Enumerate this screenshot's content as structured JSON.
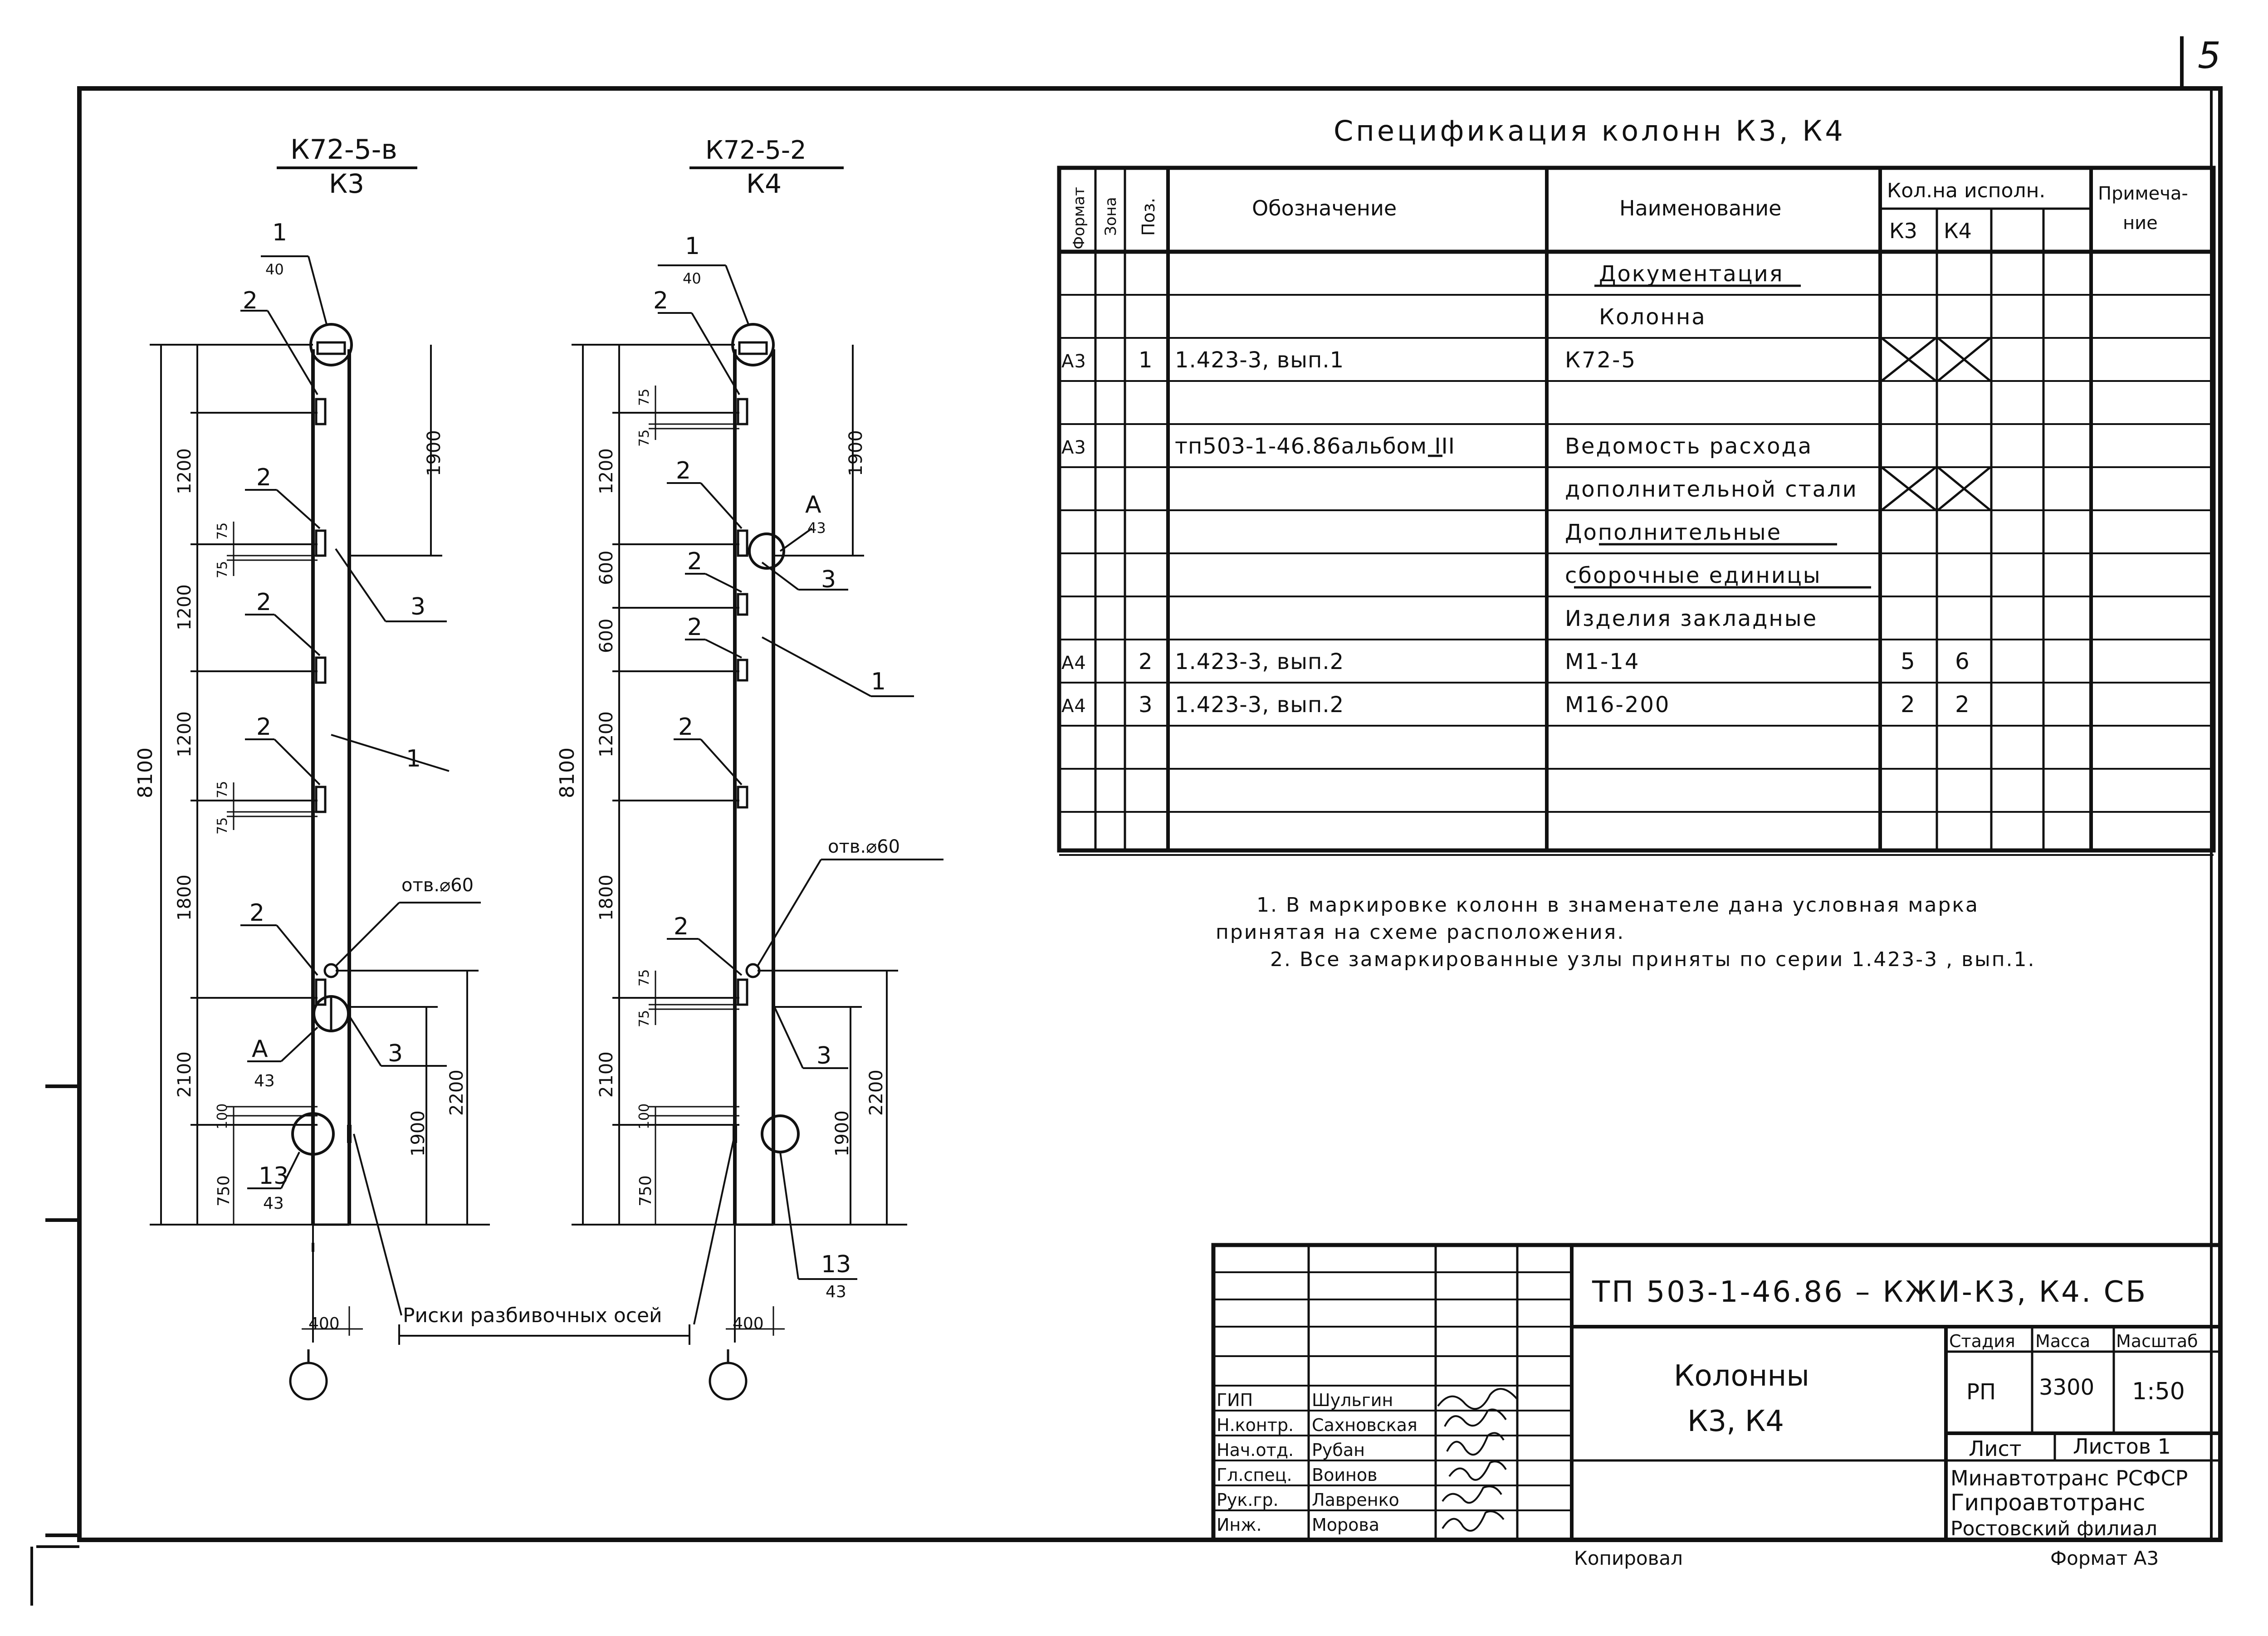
{
  "sheet_number": "5",
  "spec": {
    "title": "Спецификация колонн К3, К4",
    "headers": {
      "format": "Формат",
      "zone": "Зона",
      "pos": "Поз.",
      "designation": "Обозначение",
      "name": "Наименование",
      "qty": "Кол.на исполн.",
      "k3": "К3",
      "k4": "К4",
      "note": "Примечание"
    },
    "rows": [
      {
        "format": "",
        "pos": "",
        "designation": "",
        "name": "Документация",
        "k3": "",
        "k4": ""
      },
      {
        "format": "",
        "pos": "",
        "designation": "",
        "name": "Колонна",
        "k3": "",
        "k4": ""
      },
      {
        "format": "А3",
        "pos": "1",
        "designation": "1.423-3,  вып.1",
        "name": "К72-5",
        "k3": "",
        "k4": ""
      },
      {
        "format": "",
        "pos": "",
        "designation": "",
        "name": "",
        "k3": "",
        "k4": ""
      },
      {
        "format": "А3",
        "pos": "",
        "designation": "тп503-1-46.86альбом III",
        "name": "Ведомость расхода",
        "k3": "",
        "k4": ""
      },
      {
        "format": "",
        "pos": "",
        "designation": "",
        "name": "дополнительной стали",
        "k3": "",
        "k4": ""
      },
      {
        "format": "",
        "pos": "",
        "designation": "",
        "name": "Дополнительные",
        "k3": "",
        "k4": ""
      },
      {
        "format": "",
        "pos": "",
        "designation": "",
        "name": "сборочные единицы",
        "k3": "",
        "k4": ""
      },
      {
        "format": "",
        "pos": "",
        "designation": "",
        "name": "Изделия закладные",
        "k3": "",
        "k4": ""
      },
      {
        "format": "А4",
        "pos": "2",
        "designation": "1.423-3,  вып.2",
        "name": "М1-14",
        "k3": "5",
        "k4": "6"
      },
      {
        "format": "А4",
        "pos": "3",
        "designation": "1.423-3,  вып.2",
        "name": "М16-200",
        "k3": "2",
        "k4": "2"
      },
      {
        "format": "",
        "pos": "",
        "designation": "",
        "name": "",
        "k3": "",
        "k4": ""
      },
      {
        "format": "",
        "pos": "",
        "designation": "",
        "name": "",
        "k3": "",
        "k4": ""
      },
      {
        "format": "",
        "pos": "",
        "designation": "",
        "name": "",
        "k3": "",
        "k4": ""
      }
    ]
  },
  "notes": [
    "1. В маркировке колонн в знаменателе дана условная марка",
    "принятая на схеме расположения.",
    "2. Все замаркированные узлы приняты по серии 1.423-3 , вып.1."
  ],
  "columns": {
    "k3": {
      "mark_top": "К72-5-в",
      "mark_bottom": "К3",
      "total_height": "8100",
      "dims_left": [
        "1200",
        "1200",
        "1200",
        "1800",
        "2100"
      ],
      "dims_small": [
        "75",
        "75",
        "75",
        "75",
        "100",
        "750"
      ],
      "dims_right": [
        "1900",
        "1900",
        "2200"
      ],
      "width": "400",
      "hole": "отв.⌀60",
      "callouts": [
        "1",
        "40",
        "2",
        "2",
        "2",
        "2",
        "2",
        "3",
        "1",
        "3",
        "А",
        "43",
        "13",
        "43"
      ]
    },
    "k4": {
      "mark_top": "К72-5-2",
      "mark_bottom": "К4",
      "total_height": "8100",
      "dims_left": [
        "1200",
        "600",
        "600",
        "1200",
        "1800",
        "2100"
      ],
      "dims_small": [
        "75",
        "75",
        "75",
        "75",
        "100",
        "750"
      ],
      "dims_right": [
        "1900",
        "1900",
        "2200"
      ],
      "width": "400",
      "hole": "отв.⌀60",
      "callouts": [
        "1",
        "40",
        "2",
        "2",
        "2",
        "2",
        "2",
        "2",
        "А",
        "43",
        "3",
        "1",
        "3",
        "13",
        "43"
      ]
    },
    "axis_marks_label": "Риски разбивочных осей"
  },
  "title_block": {
    "code": "ТП   503-1-46.86 – КЖИ-К3, К4. СБ",
    "object_name_1": "Колонны",
    "object_name_2": "К3, К4",
    "stage_header": "Стадия",
    "mass_header": "Масса",
    "scale_header": "Масштаб",
    "stage": "РП",
    "mass": "3300",
    "scale": "1:50",
    "sheet_label": "Лист",
    "sheets_label": "Листов 1",
    "org_1": "Минавтотранс РСФСР",
    "org_2": "Гипроавтотранс",
    "org_3": "Ростовский филиал",
    "people": [
      {
        "role": "ГИП",
        "name": "Шульгин"
      },
      {
        "role": "Н.контр.",
        "name": "Сахновская"
      },
      {
        "role": "Нач.отд.",
        "name": "Рубан"
      },
      {
        "role": "Гл.спец.",
        "name": "Воинов"
      },
      {
        "role": "Рук.гр.",
        "name": "Лавренко"
      },
      {
        "role": "Инж.",
        "name": "Морова"
      }
    ],
    "copied": "Копировал",
    "format": "Формат А3"
  }
}
